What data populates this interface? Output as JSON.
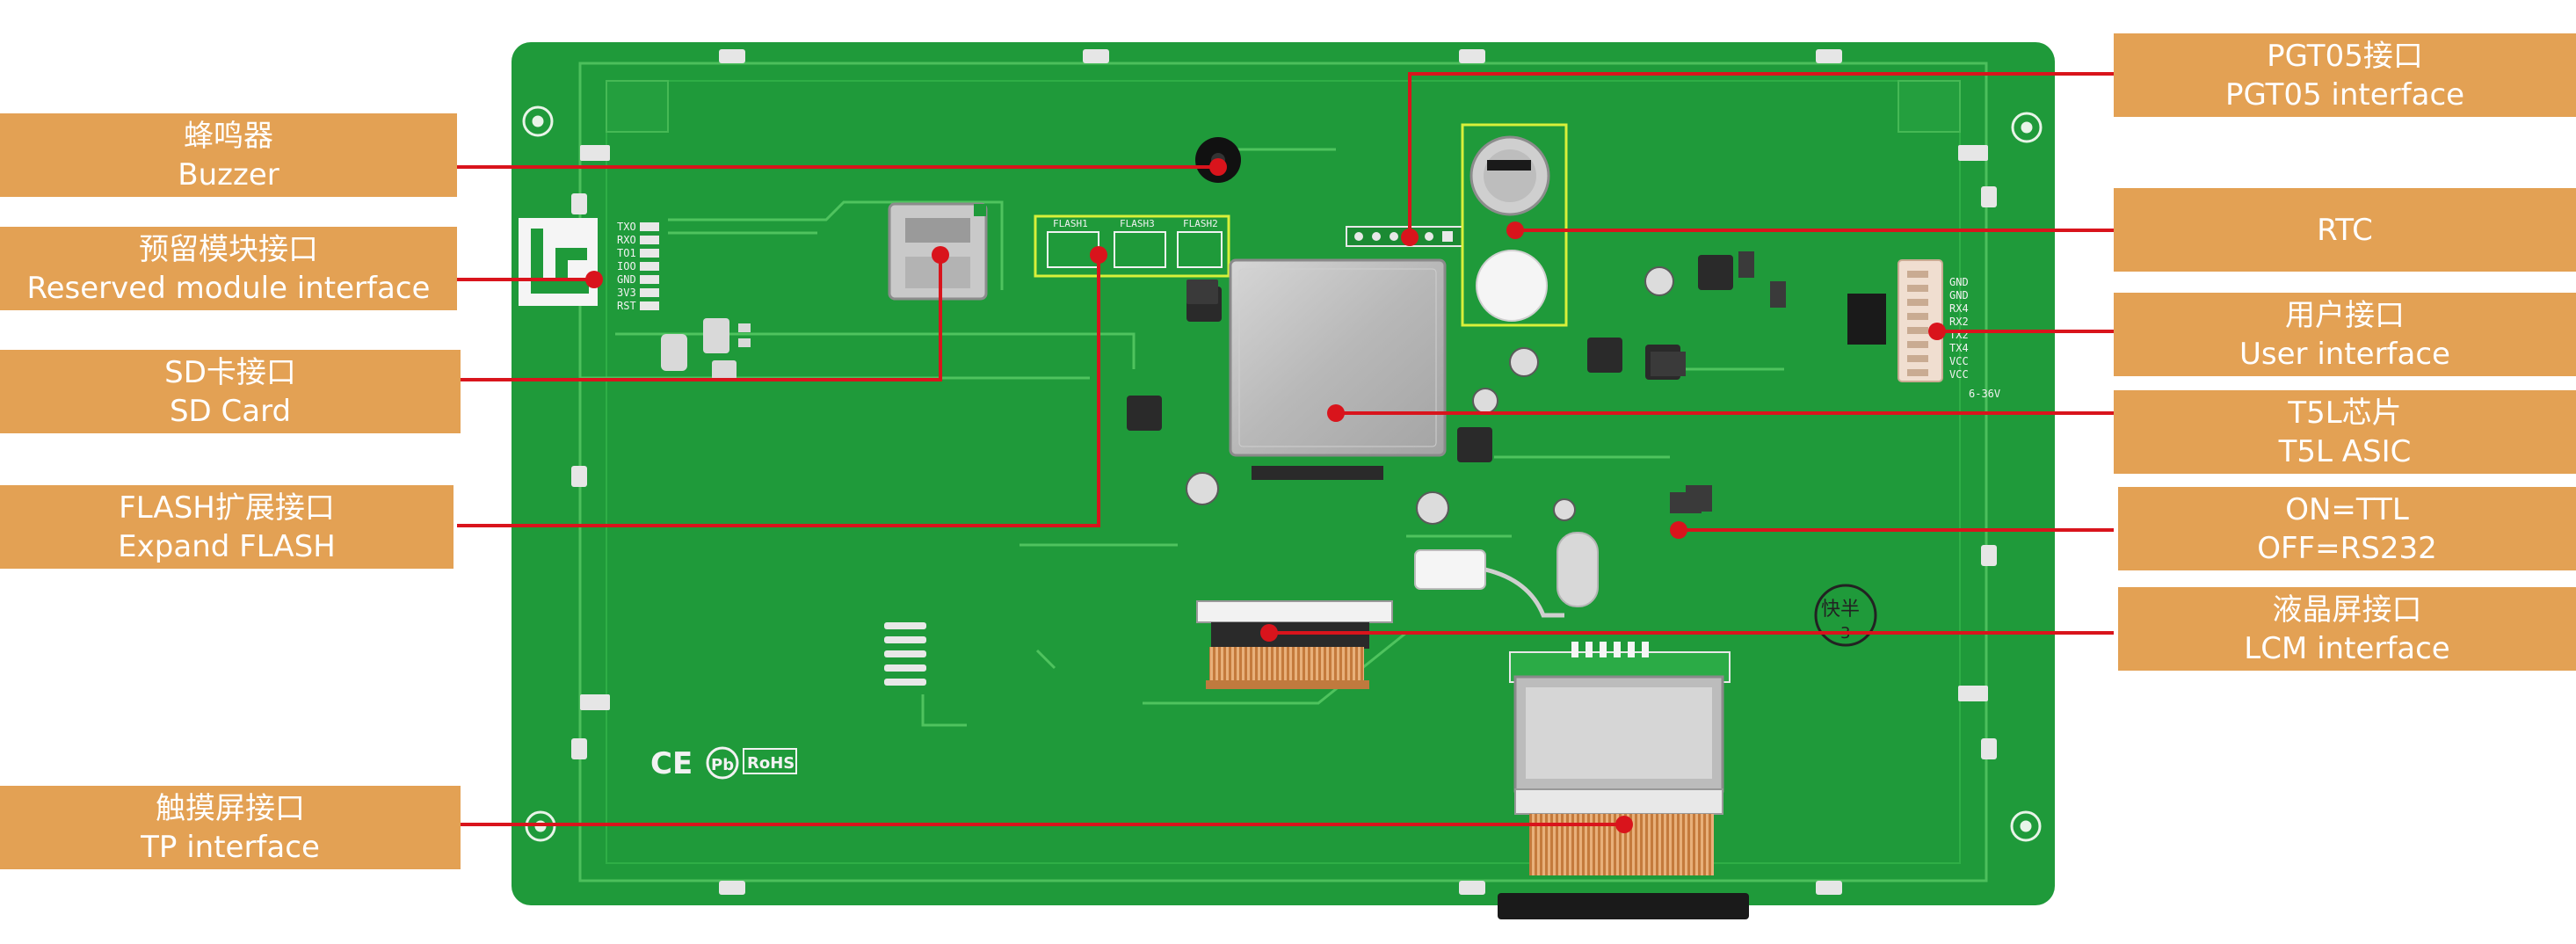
{
  "labels": {
    "buzzer": {
      "zh": "蜂鸣器",
      "en": "Buzzer"
    },
    "reserved": {
      "zh": "预留模块接口",
      "en": "Reserved module interface"
    },
    "sd": {
      "zh": "SD卡接口",
      "en": "SD Card"
    },
    "flash": {
      "zh": "FLASH扩展接口",
      "en": "Expand FLASH"
    },
    "tp": {
      "zh": "触摸屏接口",
      "en": "TP interface"
    },
    "pgt05": {
      "zh": "PGT05接口",
      "en": "PGT05 interface"
    },
    "rtc": {
      "zh": "",
      "en": "RTC"
    },
    "user": {
      "zh": "用户接口",
      "en": "User interface"
    },
    "t5l": {
      "zh": "T5L芯片",
      "en": "T5L ASIC"
    },
    "ttl": {
      "zh": "ON=TTL",
      "en": "OFF=RS232"
    },
    "lcm": {
      "zh": "液晶屏接口",
      "en": "LCM interface"
    }
  },
  "board": {
    "left_pins": [
      "TXO",
      "RXO",
      "TO1",
      "IOO",
      "GND",
      "3V3",
      "RST"
    ],
    "right_pins": [
      "GND",
      "GND",
      "RX4",
      "RX2",
      "TX2",
      "TX4",
      "VCC",
      "VCC"
    ],
    "voltage": "6-36V",
    "flash_labels": [
      "FLASH1",
      "FLASH3",
      "FLASH2"
    ],
    "marks": [
      "CE",
      "Pb",
      "RoHS"
    ],
    "stamp": [
      "快半",
      "3"
    ]
  },
  "colors": {
    "board": "#1f9a3a",
    "label": "#e3a154",
    "leader": "#d9141c",
    "highlight": "#d8f03a"
  }
}
